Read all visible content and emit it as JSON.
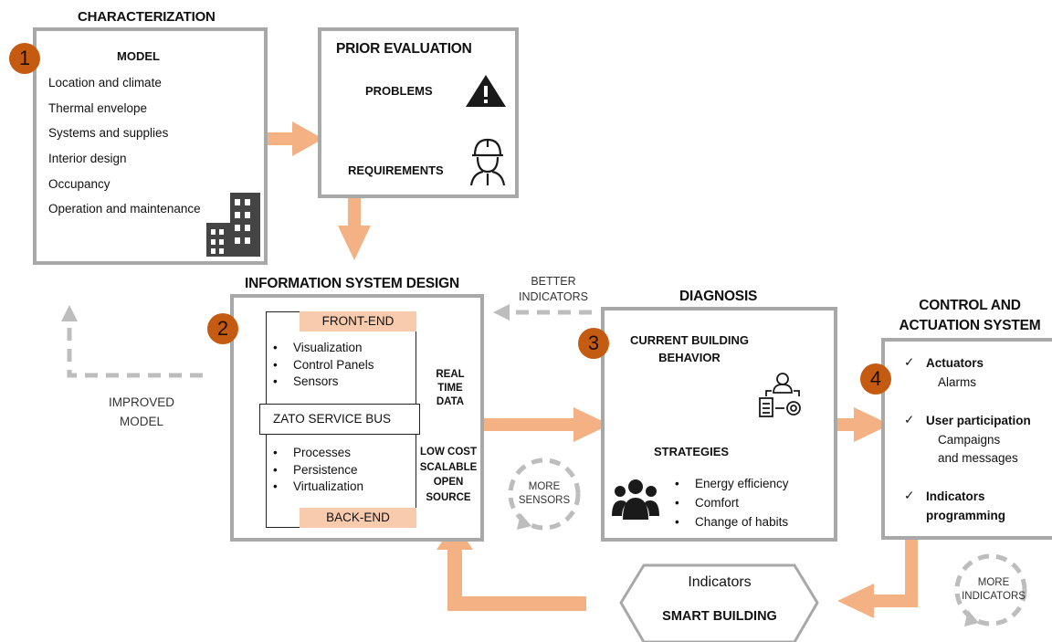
{
  "characterization": {
    "number": "1",
    "title": "CHARACTERIZATION",
    "model_label": "MODEL",
    "items": [
      "Location and climate",
      "Thermal envelope",
      "Systems and supplies",
      "Interior design",
      "Occupancy",
      "Operation and maintenance"
    ],
    "icon": "building-icon"
  },
  "prior_evaluation": {
    "title": "PRIOR EVALUATION",
    "problems": "PROBLEMS",
    "requirements": "REQUIREMENTS",
    "icons": [
      "warning-icon",
      "engineer-icon"
    ]
  },
  "info_system": {
    "number": "2",
    "title": "INFORMATION SYSTEM DESIGN",
    "front_end": "FRONT-END",
    "front_items": [
      "Visualization",
      "Control Panels",
      "Sensors"
    ],
    "service_bus": "ZATO SERVICE BUS",
    "back_items": [
      "Processes",
      "Persistence",
      "Virtualization"
    ],
    "back_end": "BACK-END",
    "realtime": [
      "REAL",
      "TIME",
      "DATA"
    ],
    "lowcost": [
      "LOW COST",
      "SCALABLE",
      "OPEN",
      "SOURCE"
    ]
  },
  "diagnosis": {
    "number": "3",
    "title": "DIAGNOSIS",
    "current": [
      "CURRENT BUILDING",
      "BEHAVIOR"
    ],
    "strategies": "STRATEGIES",
    "items": [
      "Energy efficiency",
      "Comfort",
      "Change of habits"
    ],
    "icons": [
      "analyst-icon",
      "group-icon"
    ]
  },
  "control": {
    "number": "4",
    "title": [
      "CONTROL AND",
      "ACTUATION SYSTEM"
    ],
    "items": [
      {
        "head": "Actuators",
        "sub": [
          "Alarms"
        ]
      },
      {
        "head": "User participation",
        "sub": [
          "Campaigns",
          "and messages"
        ]
      },
      {
        "head": "Indicators",
        "sub": [
          "programming"
        ]
      }
    ]
  },
  "smart_building": {
    "indicators": "Indicators",
    "label": "SMART BUILDING"
  },
  "loops": {
    "better_indicators": [
      "BETTER",
      "INDICATORS"
    ],
    "improved_model": [
      "IMPROVED",
      "MODEL"
    ],
    "more_sensors": [
      "MORE",
      "SENSORS"
    ],
    "more_indicators": [
      "MORE",
      "INDICATORS"
    ]
  },
  "colors": {
    "accent_orange": "#f4b183",
    "number_badge": "#c55a11",
    "box_border": "#a8a8a8",
    "label_fill": "#f8cbad"
  }
}
